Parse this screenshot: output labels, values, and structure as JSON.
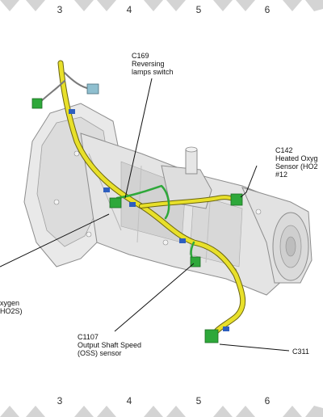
{
  "ruler": {
    "top": [
      "3",
      "4",
      "5",
      "6"
    ],
    "bottom": [
      "3",
      "4",
      "5",
      "6"
    ]
  },
  "connectors": {
    "c169": {
      "id": "C169",
      "line1": "Reversing",
      "line2": "lamps switch"
    },
    "c142": {
      "id": "C142",
      "line1": "Heated Oxyg",
      "line2": "Sensor (HO2",
      "line3": "#12"
    },
    "left": {
      "line1": "xygen",
      "line2": "HO2S)"
    },
    "c1107": {
      "id": "C1107",
      "line1": "Output Shaft Speed",
      "line2": "(OSS) sensor"
    },
    "c311": {
      "id": "C311"
    }
  },
  "colors": {
    "harness": "#e8e02a",
    "harness_outline": "#6b6510",
    "connector_green": "#2ea83a",
    "clip_blue": "#2e5fbf",
    "casing": "#e6e6e6",
    "casing_shade": "#b9b9b9"
  }
}
